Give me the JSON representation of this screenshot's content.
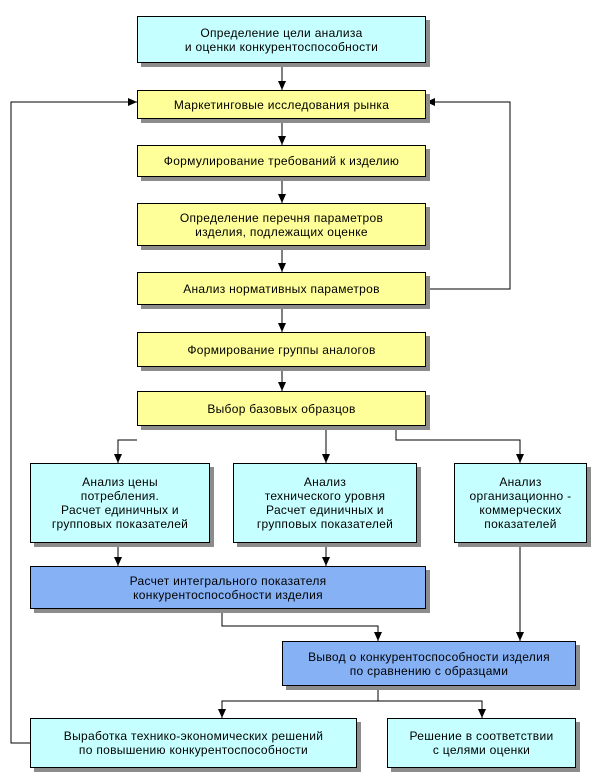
{
  "colors": {
    "cyan": "#c6ffff",
    "yellow": "#ffff99",
    "blue": "#86b2f5",
    "line": "#000000",
    "shadow": "#8c8c8c"
  },
  "nodes": {
    "goal": "Определение цели анализа\nи оценки конкурентоспособности",
    "marketing": "Маркетинговые исследования рынка",
    "requirements": "Формулирование требований к изделию",
    "parameters": "Определение перечня параметров\nизделия, подлежащих оценке",
    "normative": "Анализ нормативных параметров",
    "analog_group": "Формирование группы аналогов",
    "base_samples": "Выбор базовых образцов",
    "price_analysis": "Анализ цены\nпотребления.\nРасчет единичных и\nгрупповых показателей",
    "tech_analysis": "Анализ\nтехнического уровня\nРасчет единичных и\nгрупповых показателей",
    "org_analysis": "Анализ\nорганизационно -\nкоммерческих\nпоказателей",
    "integral": "Расчет интегрального показателя\nконкурентоспособности изделия",
    "conclusion": "Вывод о конкурентоспособности изделия\nпо сравнению с образцами",
    "decisions": "Выработка технико-экономических решений\nпо повышению конкурентоспособности",
    "goal_decision": "Решение в соответствии\nс целями оценки"
  }
}
